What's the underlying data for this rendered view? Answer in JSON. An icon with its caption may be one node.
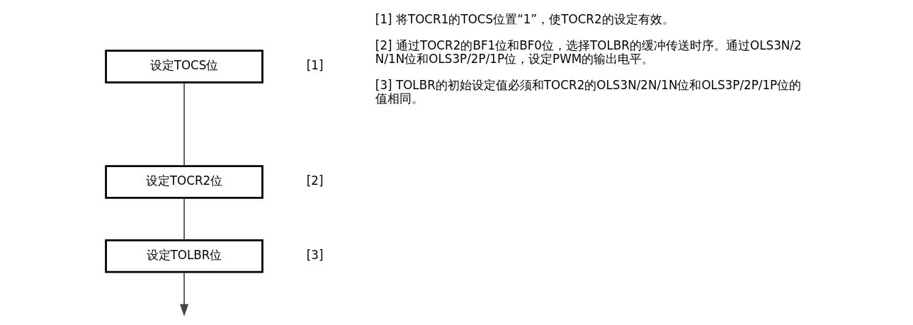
{
  "diagram": {
    "nodes": [
      {
        "text": [
          "设定TOCS位"
        ],
        "beside": [
          "[1]"
        ]
      },
      {
        "text": [
          "设定TOCR2位"
        ],
        "beside": [
          "[2]"
        ]
      },
      {
        "text": [
          "设定TOLBR位"
        ],
        "beside": [
          "[3]"
        ]
      }
    ],
    "edges": [
      {
        "from": 0,
        "to": 1,
        "arrow": "none"
      },
      {
        "from": 1,
        "to": 2,
        "arrow": "none"
      },
      {
        "from": 2,
        "to": null,
        "arrow": "to"
      }
    ],
    "labels": [
      "[1] 将TOCR1的TOCS位置“1”，使TOCR2的设定有效。",
      "[2] 通过TOCR2的BF1位和BF0位，选择TOLBR的缓冲传送时序。通过OLS3N/2N/1N位和OLS3P/2P/1P位，设定PWM的输出电平。",
      "[3] TOLBR的初始设定值必须和TOCR2的OLS3N/2N/1N位和OLS3P/2P/1P位的值相同。"
    ]
  }
}
